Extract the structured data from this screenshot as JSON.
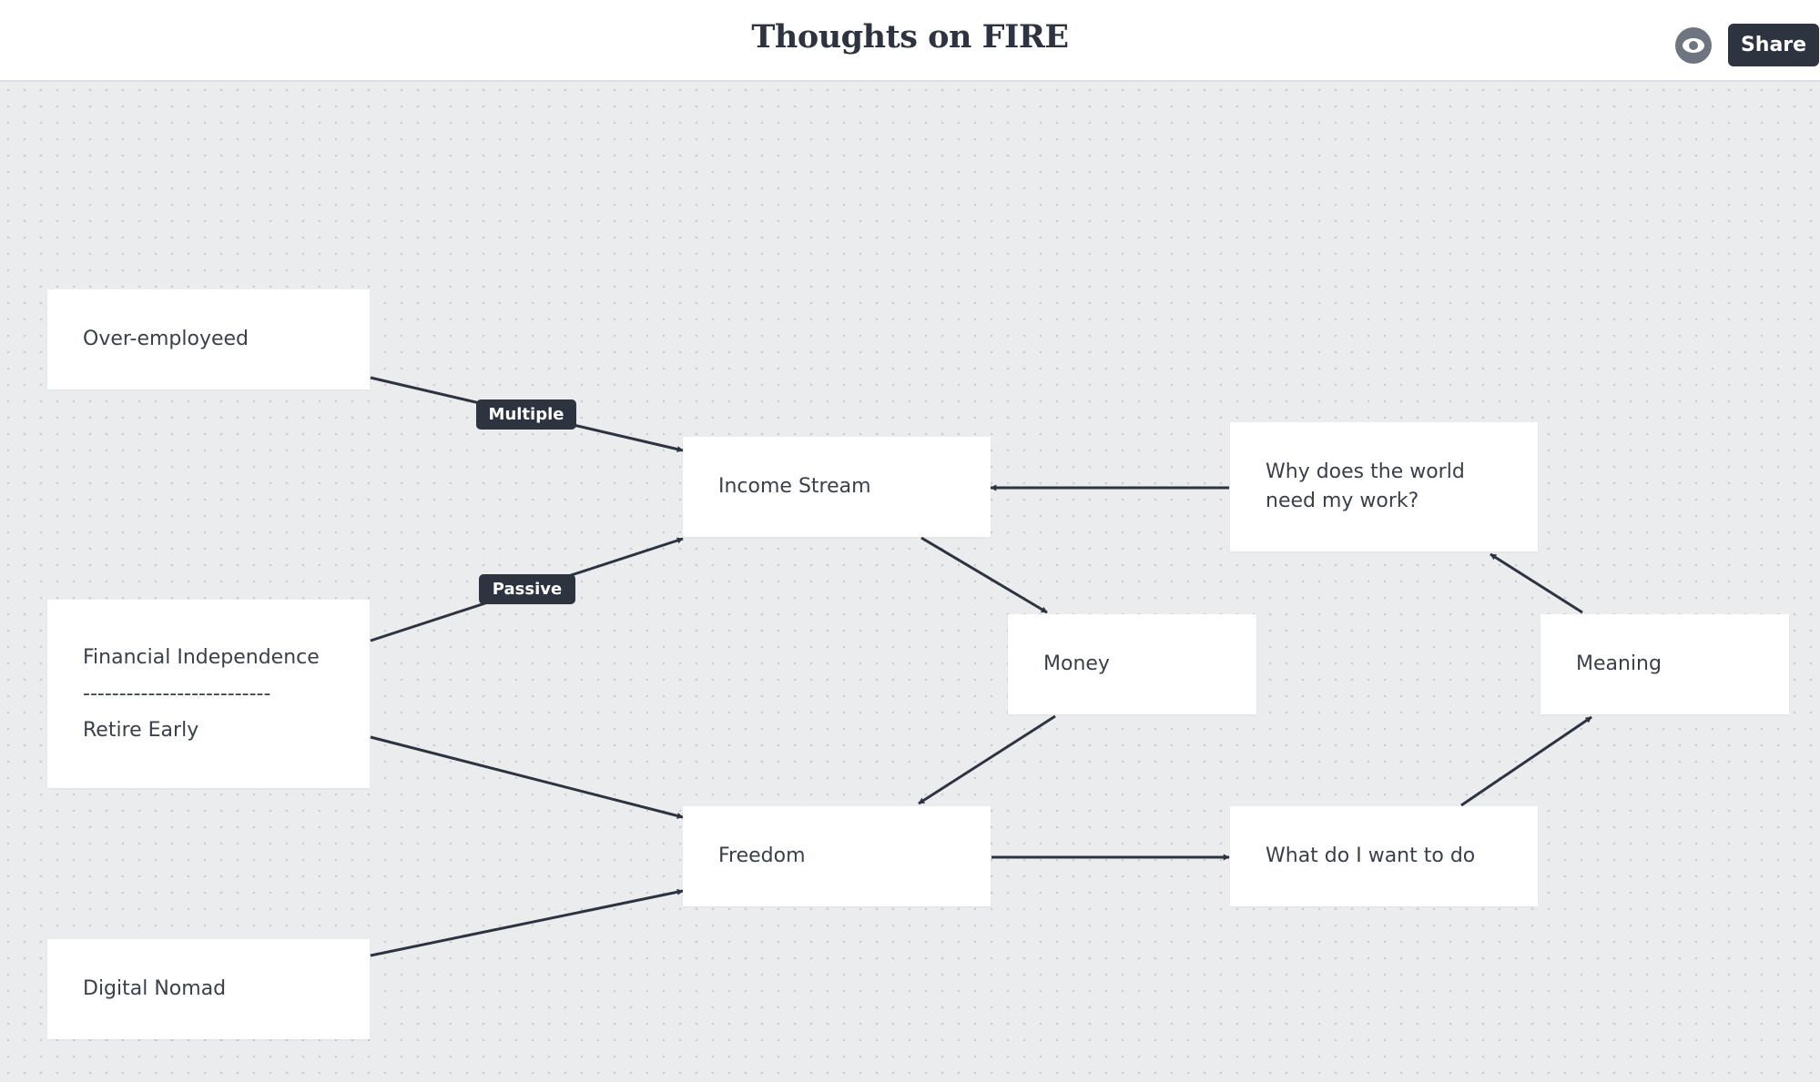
{
  "header": {
    "title": "Thoughts on FIRE",
    "share_label": "Share",
    "preview_icon": "eye-icon"
  },
  "nodes": {
    "over_employed": "Over-employeed",
    "financial_independence": "Financial Independence",
    "divider": "--------------------------",
    "retire_early": "Retire Early",
    "digital_nomad": "Digital Nomad",
    "income_stream": "Income Stream",
    "money": "Money",
    "freedom": "Freedom",
    "why_world_line1": "Why does the world",
    "why_world_line2": "need my work?",
    "what_do_i_want": "What do I want to do",
    "meaning": "Meaning"
  },
  "edge_labels": {
    "multiple": "Multiple",
    "passive": "Passive"
  },
  "colors": {
    "ink": "#2d3440",
    "canvas": "#ebecee",
    "node_bg": "#ffffff"
  }
}
